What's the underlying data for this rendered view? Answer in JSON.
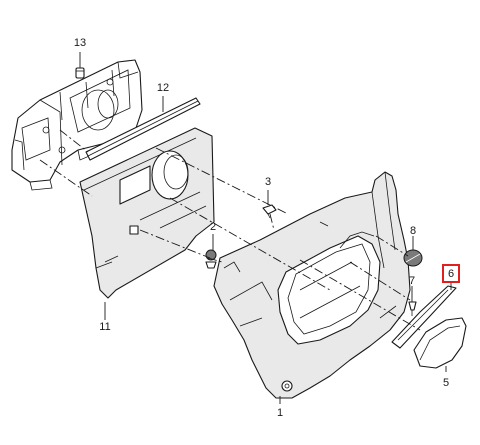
{
  "callouts": {
    "c1": "1",
    "c2": "2",
    "c3": "3",
    "c5": "5",
    "c6": "6",
    "c7": "7",
    "c8": "8",
    "c11": "11",
    "c12": "12",
    "c13": "13"
  },
  "highlight": {
    "part": "6",
    "box_color": "#e02020"
  }
}
